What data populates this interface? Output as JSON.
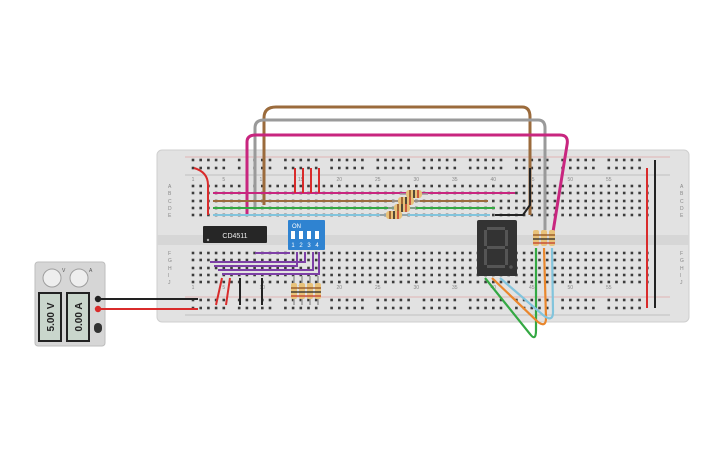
{
  "colors": {
    "board": "#e2e2e2",
    "hole": "#3c3c3c",
    "rail_red": "#d92b2b",
    "rail_black": "#222222",
    "wire_brown": "#9b6b3c",
    "wire_gray": "#9a9a9a",
    "wire_magenta": "#c8267f",
    "wire_green": "#34a843",
    "wire_blue": "#82c4dc",
    "wire_orange": "#e9862c",
    "wire_purple": "#7d3fa6",
    "chip": "#262626",
    "dip_switch": "#2f83d1",
    "seg_display": "#333333",
    "resistor": "#e8c27a",
    "supply_body": "#d6d6d6"
  },
  "breadboard": {
    "column_numbers": [
      "1",
      "5",
      "10",
      "15",
      "20",
      "25",
      "30",
      "35",
      "40",
      "45",
      "50",
      "55"
    ],
    "row_letters_top": [
      "A",
      "B",
      "C",
      "D",
      "E"
    ],
    "row_letters_bottom": [
      "F",
      "G",
      "H",
      "I",
      "J"
    ]
  },
  "chip": {
    "label": "CD4511",
    "icon": "ic-chip-icon"
  },
  "dip_switch": {
    "on_label": "ON",
    "numbers": [
      "1",
      "2",
      "3",
      "4"
    ]
  },
  "seven_segment": {
    "icon": "seven-segment-display-icon",
    "digit": "8"
  },
  "power_supply": {
    "voltage": "5.00 V",
    "current": "0.00 A",
    "knob_labels": [
      "V",
      "A"
    ]
  }
}
